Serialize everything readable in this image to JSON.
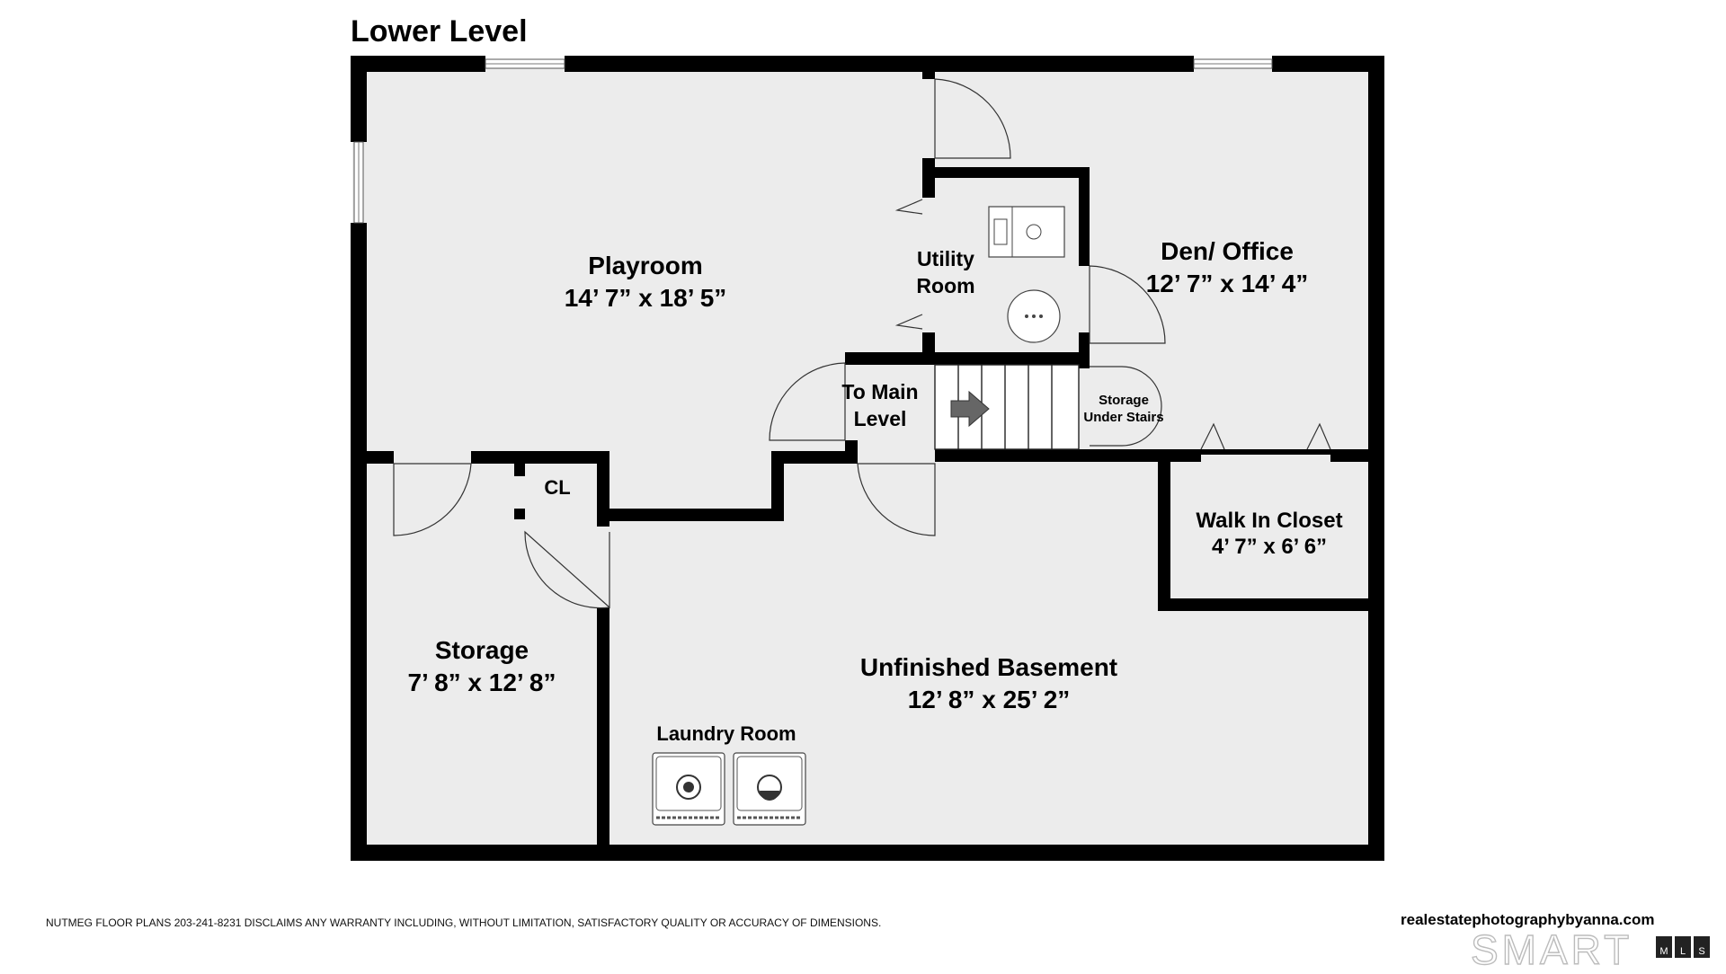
{
  "plan": {
    "title": "Lower Level",
    "rooms": {
      "playroom": {
        "name": "Playroom",
        "dims": "14’ 7” x 18’ 5”"
      },
      "utility": {
        "line1": "Utility",
        "line2": "Room"
      },
      "den": {
        "name": "Den/ Office",
        "dims": "12’ 7” x 14’ 4”"
      },
      "stairs": {
        "line1": "To Main",
        "line2": "Level"
      },
      "under_stairs": {
        "line1": "Storage",
        "line2": "Under Stairs"
      },
      "closet": {
        "name": "CL"
      },
      "walk_in": {
        "name": "Walk In Closet",
        "dims": "4’ 7” x 6’ 6”"
      },
      "storage": {
        "name": "Storage",
        "dims": "7’ 8” x 12’ 8”"
      },
      "basement": {
        "name": "Unfinished Basement",
        "dims": "12’ 8” x 25’ 2”"
      },
      "laundry": {
        "name": "Laundry Room"
      }
    }
  },
  "footer": {
    "disclaimer": "NUTMEG FLOOR PLANS 203-241-8231 DISCLAIMS ANY WARRANTY INCLUDING, WITHOUT LIMITATION, SATISFACTORY QUALITY OR ACCURACY OF DIMENSIONS.",
    "website": "realestatephotographybyanna.com",
    "logo_text": "SMART",
    "logo_badges": [
      "M",
      "L",
      "S"
    ]
  },
  "colors": {
    "floor": "#ececec",
    "wall": "#000000",
    "background": "#ffffff"
  }
}
